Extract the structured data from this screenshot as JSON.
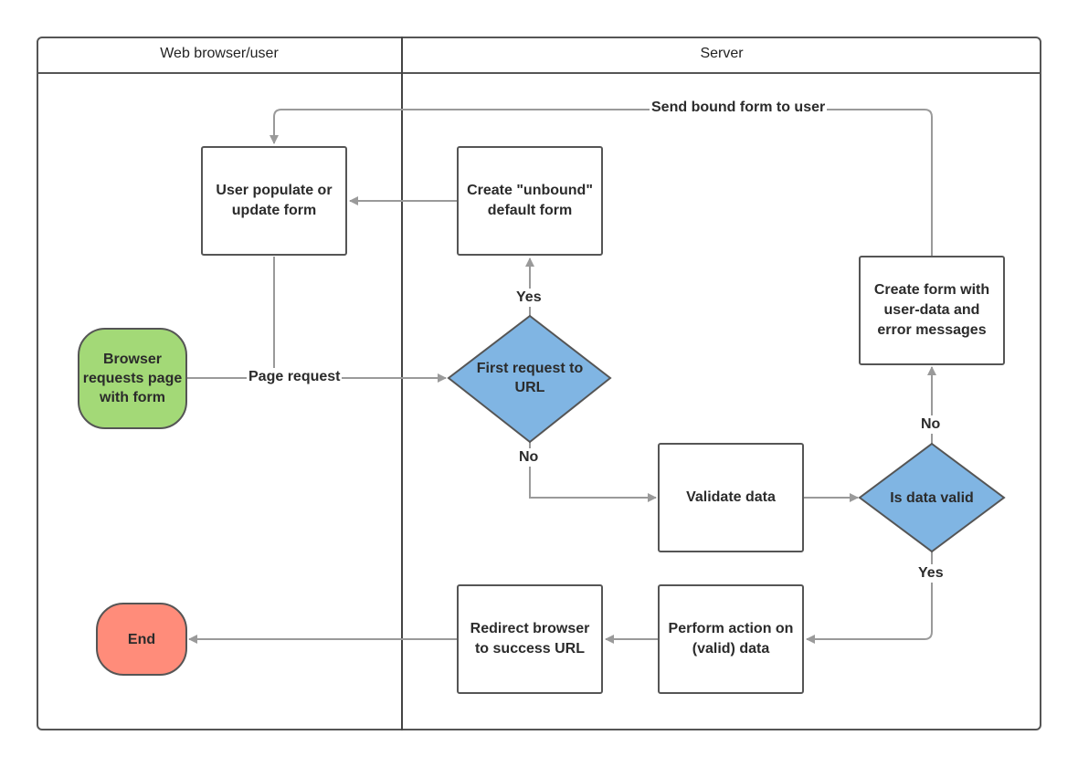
{
  "lanes": {
    "left_title": "Web browser/user",
    "right_title": "Server"
  },
  "nodes": {
    "browser_requests": "Browser requests page with form",
    "user_populate": "User populate or update form",
    "create_unbound": "Create \"unbound\" default form",
    "first_request": "First request to URL",
    "validate_data": "Validate data",
    "is_data_valid": "Is data valid",
    "create_form_errors": "Create form with user-data and error messages",
    "perform_action": "Perform action on (valid) data",
    "redirect_browser": "Redirect browser to success URL",
    "end": "End"
  },
  "edges": {
    "page_request": "Page request",
    "send_bound_form": "Send bound form to user",
    "yes_first": "Yes",
    "no_first": "No",
    "no_valid": "No",
    "yes_valid": "Yes"
  },
  "colors": {
    "start_fill": "#a3d977",
    "end_fill": "#ff8c7a",
    "decision_fill": "#80b5e3",
    "connector": "#9a9a9a"
  }
}
